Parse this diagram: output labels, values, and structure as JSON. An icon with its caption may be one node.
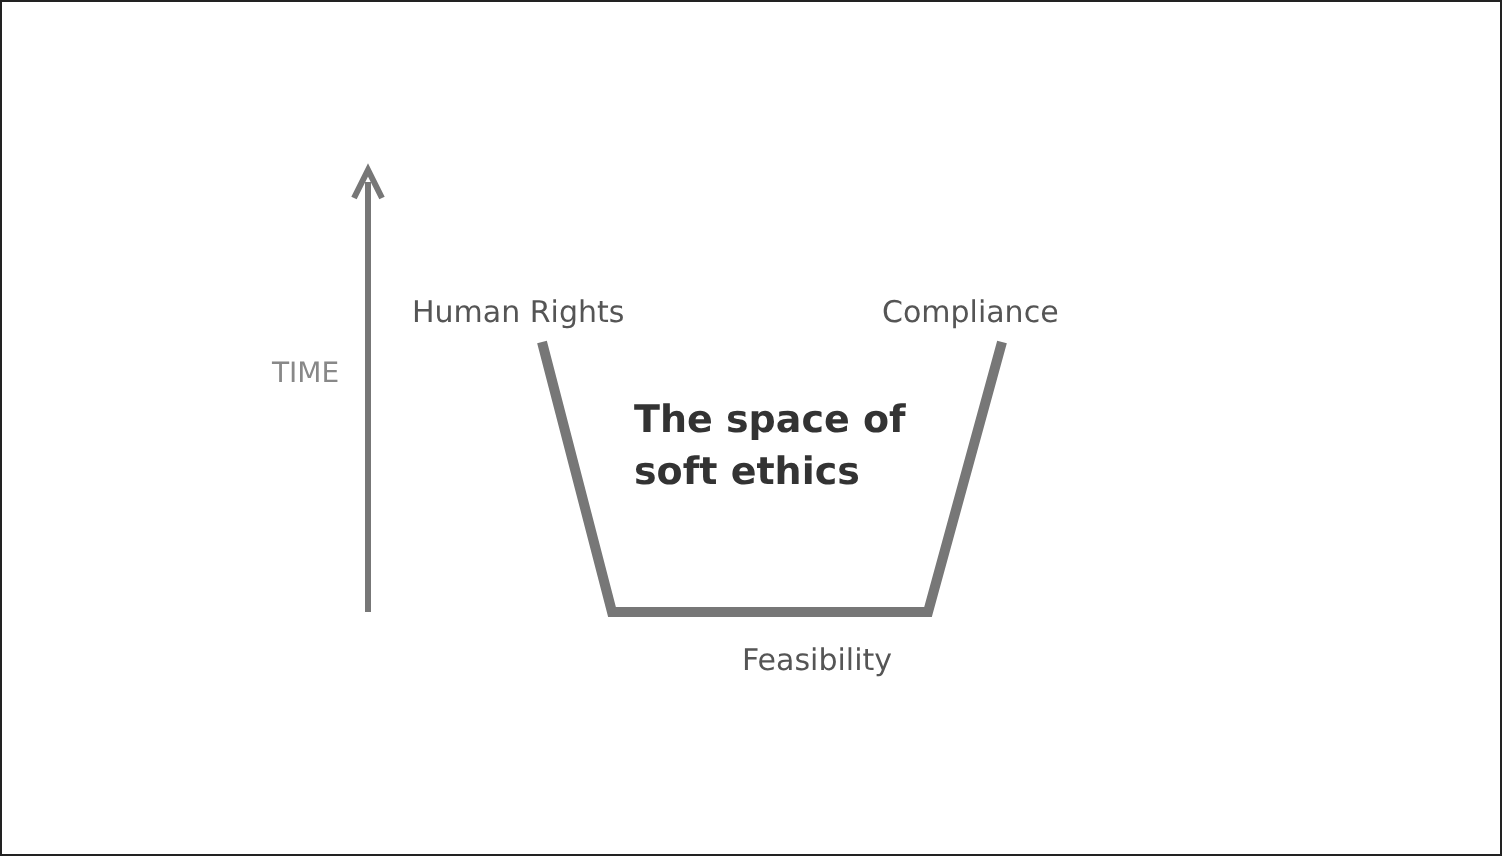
{
  "diagram": {
    "nodes": [
      {
        "text": [
          "The space of soft ethics"
        ]
      }
    ],
    "labels": [
      "Human Rights",
      "Compliance",
      "TIME",
      "Feasibility"
    ]
  }
}
